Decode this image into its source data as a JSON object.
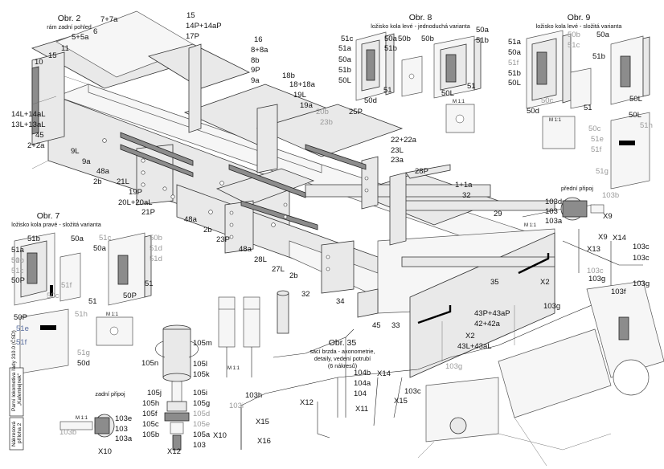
{
  "views": {
    "obr2": {
      "title": "Obr. 2",
      "subtitle": "rám zadní pohled"
    },
    "obr7": {
      "title": "Obr. 7",
      "subtitle": "ložisko kola pravé - složitá varianta"
    },
    "obr8": {
      "title": "Obr. 8",
      "subtitle": "ložisko kola levé - jednoduchá varianta"
    },
    "obr9": {
      "title": "Obr. 9",
      "subtitle": "ložisko kola levé - složitá varianta"
    },
    "obr35": {
      "title": "Obr. 35",
      "subtitle_lines": [
        "sací brzda - axonometrie,",
        "detaily, vedení potrubí",
        "(6 nákresů)"
      ]
    }
  },
  "scale_labels": {
    "m11": "M 1:1"
  },
  "connector_labels": {
    "front": "přední připoj",
    "rear": "zadní připoj"
  },
  "side_labels": {
    "box1": [
      "Parní lokomotiva řady 310.0 (ČSD)",
      "„Kafemlejnek“"
    ],
    "box2": [
      "Nákresová",
      "příloha 2"
    ]
  },
  "main_labels": [
    "7+7a",
    "15",
    "14P+14aP",
    "17P",
    "5+5a",
    "6",
    "16",
    "8+8a",
    "8b",
    "9P",
    "9a",
    "11",
    "10",
    "15",
    "18b",
    "18+18a",
    "19L",
    "19a",
    "14L+14aL",
    "13L+13aL",
    "45",
    "2+2a",
    "9L",
    "9a",
    "48a",
    "2b",
    "21L",
    "19P",
    "20L+20aL",
    "21P",
    "20b",
    "23b",
    "25P",
    "22+22a",
    "23L",
    "23a",
    "28P",
    "1+1a",
    "32",
    "29",
    "48a",
    "2b",
    "23P",
    "48a",
    "28L",
    "27L",
    "2b",
    "32",
    "34",
    "45",
    "33",
    "35",
    "43P+43aP",
    "42+42a",
    "X2",
    "X2",
    "43L+43aL"
  ],
  "obr8_labels": [
    "50a",
    "51b",
    "51c",
    "50b",
    "50b",
    "51a",
    "50a",
    "51b",
    "50L",
    "50d",
    "51",
    "50L",
    "51"
  ],
  "obr9_labels": [
    "51a",
    "50a",
    "51f",
    "51b",
    "50L",
    "50d",
    "50a",
    "51b",
    "51",
    "50L",
    "50c",
    "51e",
    "51f",
    "50L",
    "51g"
  ],
  "obr9_grey_labels": [
    "50b",
    "51c",
    "51h"
  ],
  "obr7_labels": [
    "51b",
    "50a",
    "51a",
    "50P",
    "50a",
    "51",
    "50P",
    "51",
    "50P",
    "51e",
    "51f",
    "50d"
  ],
  "obr7_grey_labels": [
    "51c",
    "50b",
    "51d",
    "50b",
    "50c",
    "51c",
    "51f",
    "50c",
    "51h",
    "51g"
  ],
  "pipe_labels": [
    "103d",
    "103",
    "103a",
    "X9",
    "X9",
    "X13",
    "X14",
    "103c",
    "103c",
    "103g",
    "103f",
    "103g",
    "103g",
    "103c",
    "X14",
    "X15",
    "X11",
    "X12",
    "X10",
    "X15",
    "X16",
    "103i",
    "103h",
    "103a",
    "103",
    "103e",
    "103b",
    "X10",
    "X12",
    "104b",
    "104a",
    "104"
  ],
  "pipe_grey_labels": [
    "103b",
    "103c",
    "103b"
  ],
  "brake_labels": [
    "105m",
    "105n",
    "105l",
    "105k",
    "105j",
    "105i",
    "105h",
    "105g",
    "105f",
    "105d",
    "105c",
    "105e",
    "105b",
    "105a",
    "103"
  ],
  "frame_grey_labels": [
    "51d",
    "51c"
  ]
}
